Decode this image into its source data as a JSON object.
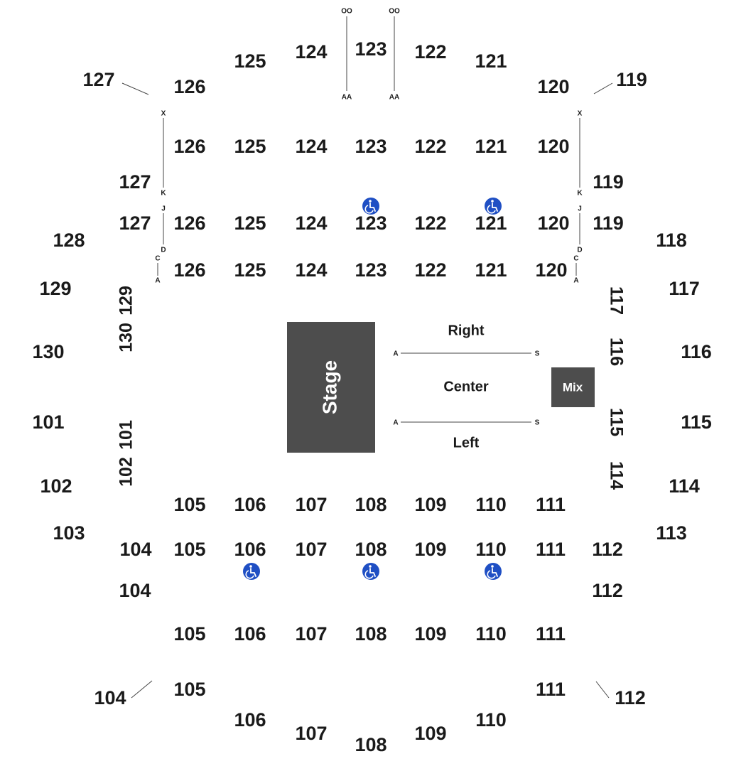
{
  "colors": {
    "text": "#1a1a1a",
    "stage": "#4d4d4d",
    "mix": "#4d4d4d",
    "accessible": "#1f4fc4",
    "line": "#444444"
  },
  "stage": {
    "label": "Stage"
  },
  "mix": {
    "label": "Mix"
  },
  "floor_areas": {
    "right": "Right",
    "center": "Center",
    "left": "Left"
  },
  "floor_row_markers": {
    "start": "A",
    "end": "S"
  },
  "aisle_markers": {
    "top_left_top": "OO",
    "top_left_bottom": "AA",
    "top_right_top": "OO",
    "top_right_bottom": "AA",
    "left_x": "X",
    "left_k": "K",
    "left_j": "J",
    "left_d": "D",
    "left_c": "C",
    "left_a": "A",
    "right_x": "X",
    "right_k": "K",
    "right_j": "J",
    "right_d": "D",
    "right_c": "C",
    "right_a": "A"
  },
  "accessible_icon": "wheelchair-icon",
  "sections": {
    "s127_outer": "127",
    "s126_outer": "126",
    "s125_outer": "125",
    "s124_outer": "124",
    "s123_outer": "123",
    "s122_outer": "122",
    "s121_outer": "121",
    "s120_outer": "120",
    "s119_outer": "119",
    "s126_r2": "126",
    "s125_r2": "125",
    "s124_r2": "124",
    "s123_r2": "123",
    "s122_r2": "122",
    "s121_r2": "121",
    "s120_r2": "120",
    "s127_r3": "127",
    "s119_r3": "119",
    "s127_r4": "127",
    "s126_r4": "126",
    "s125_r4": "125",
    "s124_r4": "124",
    "s123_r4": "123",
    "s122_r4": "122",
    "s121_r4": "121",
    "s120_r4": "120",
    "s119_r4": "119",
    "s128": "128",
    "s118": "118",
    "s126_r5": "126",
    "s125_r5": "125",
    "s124_r5": "124",
    "s123_r5": "123",
    "s122_r5": "122",
    "s121_r5": "121",
    "s120_r5": "120",
    "s129_outer": "129",
    "s117_outer": "117",
    "s129_rot": "129",
    "s130_rot": "130",
    "s101_rot": "101",
    "s102_rot": "102",
    "s117_rot": "117",
    "s116_rot": "116",
    "s115_rot": "115",
    "s114_rot": "114",
    "s130_outer": "130",
    "s116_outer": "116",
    "s101_outer": "101",
    "s115_outer": "115",
    "s102_outer": "102",
    "s114_outer": "114",
    "s105_r1": "105",
    "s106_r1": "106",
    "s107_r1": "107",
    "s108_r1": "108",
    "s109_r1": "109",
    "s110_r1": "110",
    "s111_r1": "111",
    "s103": "103",
    "s113": "113",
    "s104_r2": "104",
    "s105_r2": "105",
    "s106_r2": "106",
    "s107_r2": "107",
    "s108_r2": "108",
    "s109_r2": "109",
    "s110_r2": "110",
    "s111_r2": "111",
    "s112_r2": "112",
    "s104_r3": "104",
    "s112_r3": "112",
    "s105_r4": "105",
    "s106_r4": "106",
    "s107_r4": "107",
    "s108_r4": "108",
    "s109_r4": "109",
    "s110_r4": "110",
    "s111_r4": "111",
    "s104_outer": "104",
    "s105_outer": "105",
    "s111_outer": "111",
    "s112_outer": "112",
    "s106_outer": "106",
    "s110_outer": "110",
    "s107_outer": "107",
    "s109_outer": "109",
    "s108_outer": "108"
  }
}
